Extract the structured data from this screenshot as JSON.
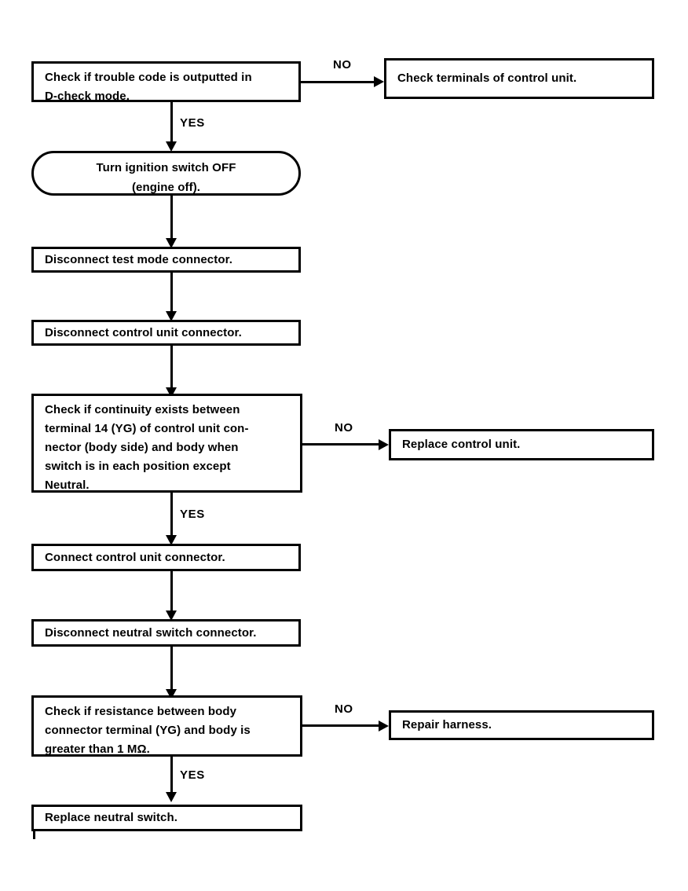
{
  "diagram": {
    "title": "Neutral switch diagnostic flowchart",
    "type": "flowchart",
    "orientation": "top-to-bottom",
    "line_color": "#000000",
    "background_color": "#ffffff",
    "nodes": [
      {
        "id": "check-trouble-code",
        "shape": "rectangle",
        "text": "Check if trouble code is outputted in\nD-check mode."
      },
      {
        "id": "check-terminals",
        "shape": "rectangle",
        "text": "Check terminals of control unit."
      },
      {
        "id": "turn-ignition-off",
        "shape": "stadium",
        "text": "Turn ignition switch OFF\n(engine off)."
      },
      {
        "id": "disconnect-test-mode",
        "shape": "rectangle",
        "text": "Disconnect test mode connector."
      },
      {
        "id": "disconnect-control-unit",
        "shape": "rectangle",
        "text": "Disconnect control unit connector."
      },
      {
        "id": "check-continuity",
        "shape": "rectangle",
        "text": "Check if continuity exists between\nterminal 14 (YG) of control unit con-\nnector (body side) and body when\nswitch is in each position except\nNeutral."
      },
      {
        "id": "replace-control-unit",
        "shape": "rectangle",
        "text": "Replace control unit."
      },
      {
        "id": "connect-control-unit",
        "shape": "rectangle",
        "text": "Connect control unit connector."
      },
      {
        "id": "disconnect-neutral-switch",
        "shape": "rectangle",
        "text": "Disconnect neutral switch connector."
      },
      {
        "id": "check-resistance",
        "shape": "rectangle",
        "text": "Check if resistance between body\nconnector terminal (YG) and body is\ngreater than 1 MΩ."
      },
      {
        "id": "repair-harness",
        "shape": "rectangle",
        "text": "Repair harness."
      },
      {
        "id": "replace-neutral-switch",
        "shape": "rectangle",
        "text": "Replace neutral switch."
      }
    ],
    "edge_labels": {
      "yes_1": "YES",
      "no_1": "NO",
      "yes_2": "YES",
      "no_2": "NO",
      "yes_3": "YES",
      "no_3": "NO"
    }
  }
}
